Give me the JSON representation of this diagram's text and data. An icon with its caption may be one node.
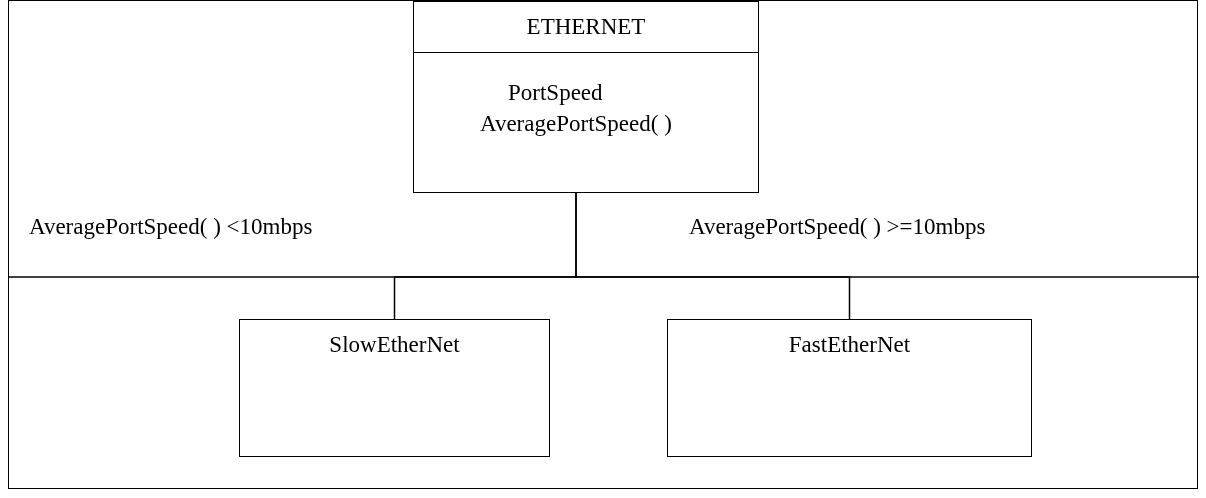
{
  "diagram": {
    "nodes": [
      {
        "text": [],
        "shape": "box"
      },
      {
        "text": [
          "ETHERNET",
          "PortSpeed",
          "AveragePortSpeed( )"
        ],
        "in": 0
      },
      {
        "text": [
          "SlowEtherNet"
        ],
        "in": 0
      },
      {
        "text": [
          "FastEtherNet"
        ],
        "in": 0
      }
    ],
    "edges": [
      {
        "from": 1,
        "to": 2,
        "arrow": "none",
        "label": "AveragePortSpeed( ) <10mbps"
      },
      {
        "from": 1,
        "to": 3,
        "arrow": "none",
        "label": "AveragePortSpeed( ) >=10mbps"
      }
    ]
  }
}
